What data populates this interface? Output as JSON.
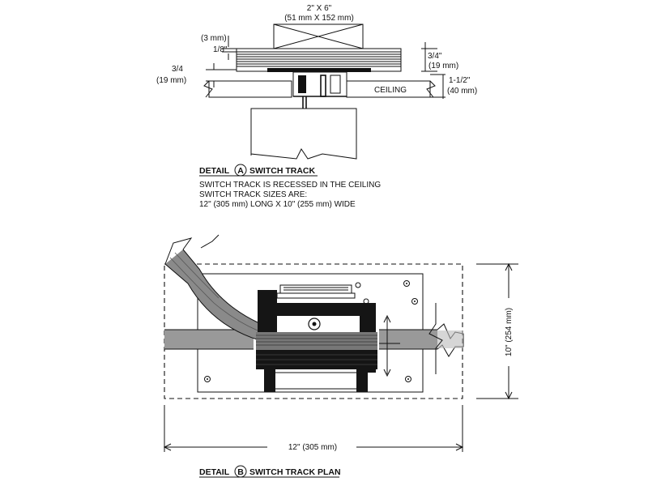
{
  "detail_a": {
    "beam_dim": "2\" X 6\"",
    "beam_dim_metric": "(51 mm X 152 mm)",
    "plate_mm": "(3 mm)",
    "plate_in": "1/8\"",
    "left_in": "3/4",
    "left_mm": "(19 mm)",
    "right_in": "3/4\"",
    "right_mm": "(19 mm)",
    "ceiling_in": "1-1/2\"",
    "ceiling_mm": "(40 mm)",
    "ceiling_label": "CEILING",
    "caption_prefix": "DETAIL",
    "caption_letter": "A",
    "caption_suffix": "SWITCH TRACK",
    "notes": [
      "SWITCH TRACK IS RECESSED IN THE CEILING",
      "SWITCH TRACK SIZES ARE:",
      "12\" (305 mm) LONG X 10\" (255 mm) WIDE"
    ]
  },
  "detail_b": {
    "width_dim": "12\" (305 mm)",
    "height_dim": "10\" (254 mm)",
    "caption_prefix": "DETAIL",
    "caption_letter": "B",
    "caption_suffix": "SWITCH TRACK PLAN"
  }
}
